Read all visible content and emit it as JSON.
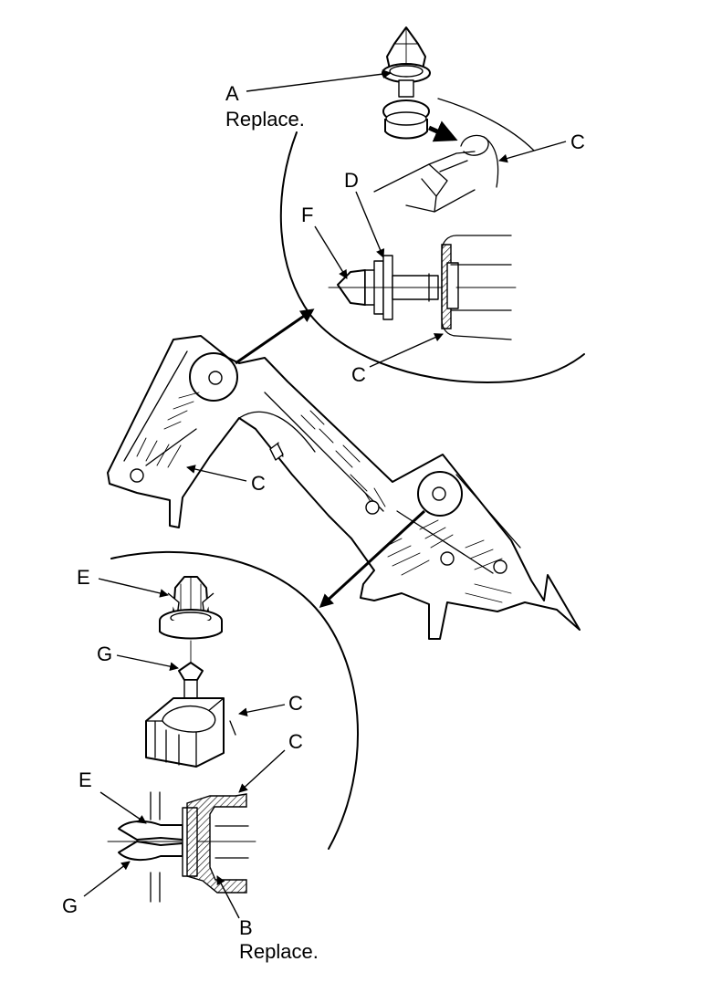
{
  "labels": {
    "a": "A",
    "a_note": "Replace.",
    "b": "B",
    "b_note": "Replace.",
    "c": "C",
    "d": "D",
    "e": "E",
    "f": "F",
    "g": "G"
  },
  "colors": {
    "line": "#000000",
    "background": "#ffffff"
  }
}
